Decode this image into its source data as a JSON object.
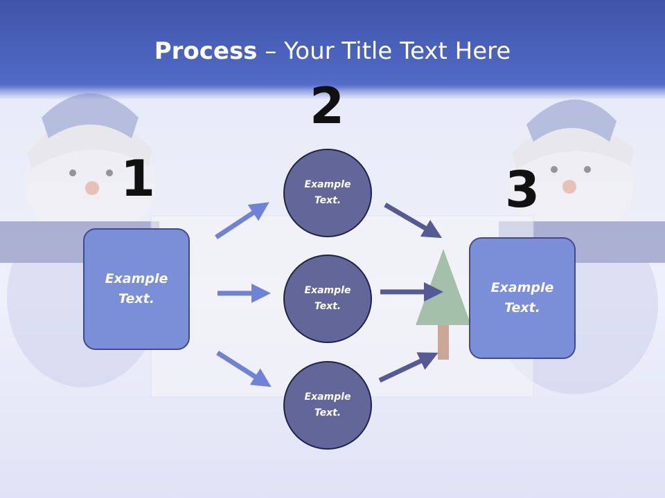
{
  "title": {
    "bold": "Process",
    "rest": " – Your Title Text Here"
  },
  "steps": [
    {
      "number": "1",
      "text": "Example\nText."
    },
    {
      "number": "2",
      "text": "Example\nText."
    },
    {
      "number": "3",
      "text": "Example\nText."
    }
  ],
  "middle_nodes": [
    {
      "text": "Example\nText."
    },
    {
      "text": "Example\nText."
    },
    {
      "text": "Example\nText."
    }
  ],
  "colors": {
    "title_band": "#4f68c4",
    "box_fill": "#7b8fd9",
    "circle_fill": "#636699",
    "arrow_light": "#6f83d6",
    "arrow_dark": "#565a93"
  }
}
